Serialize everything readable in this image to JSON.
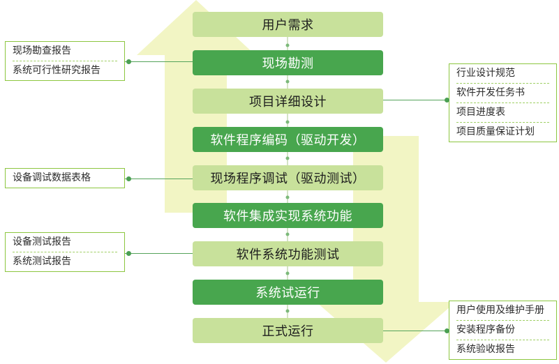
{
  "steps": [
    {
      "label": "用户需求",
      "tone": "light"
    },
    {
      "label": "现场勘测",
      "tone": "dark"
    },
    {
      "label": "项目详细设计",
      "tone": "light"
    },
    {
      "label": "软件程序编码（驱动开发）",
      "tone": "dark"
    },
    {
      "label": "现场程序调试（驱动测试）",
      "tone": "light"
    },
    {
      "label": "软件集成实现系统功能",
      "tone": "dark"
    },
    {
      "label": "软件系统功能测试",
      "tone": "light"
    },
    {
      "label": "系统试运行",
      "tone": "dark"
    },
    {
      "label": "正式运行",
      "tone": "light"
    }
  ],
  "left_docs": {
    "survey": [
      "现场勘查报告",
      "系统可行性研究报告"
    ],
    "debug": [
      "设备调试数据表格"
    ],
    "test": [
      "设备测试报告",
      "系统测试报告"
    ]
  },
  "right_docs": {
    "design": [
      "行业设计规范",
      "软件开发任务书",
      "项目进度表",
      "项目质量保证计划"
    ],
    "operation": [
      "用户使用及维护手册",
      "安装程序备份",
      "系统验收报告"
    ]
  },
  "colors": {
    "light_step": "#c8e19b",
    "dark_step": "#48a64e",
    "arrow_fill": "#f2f5c4",
    "border": "#8cc63f"
  }
}
